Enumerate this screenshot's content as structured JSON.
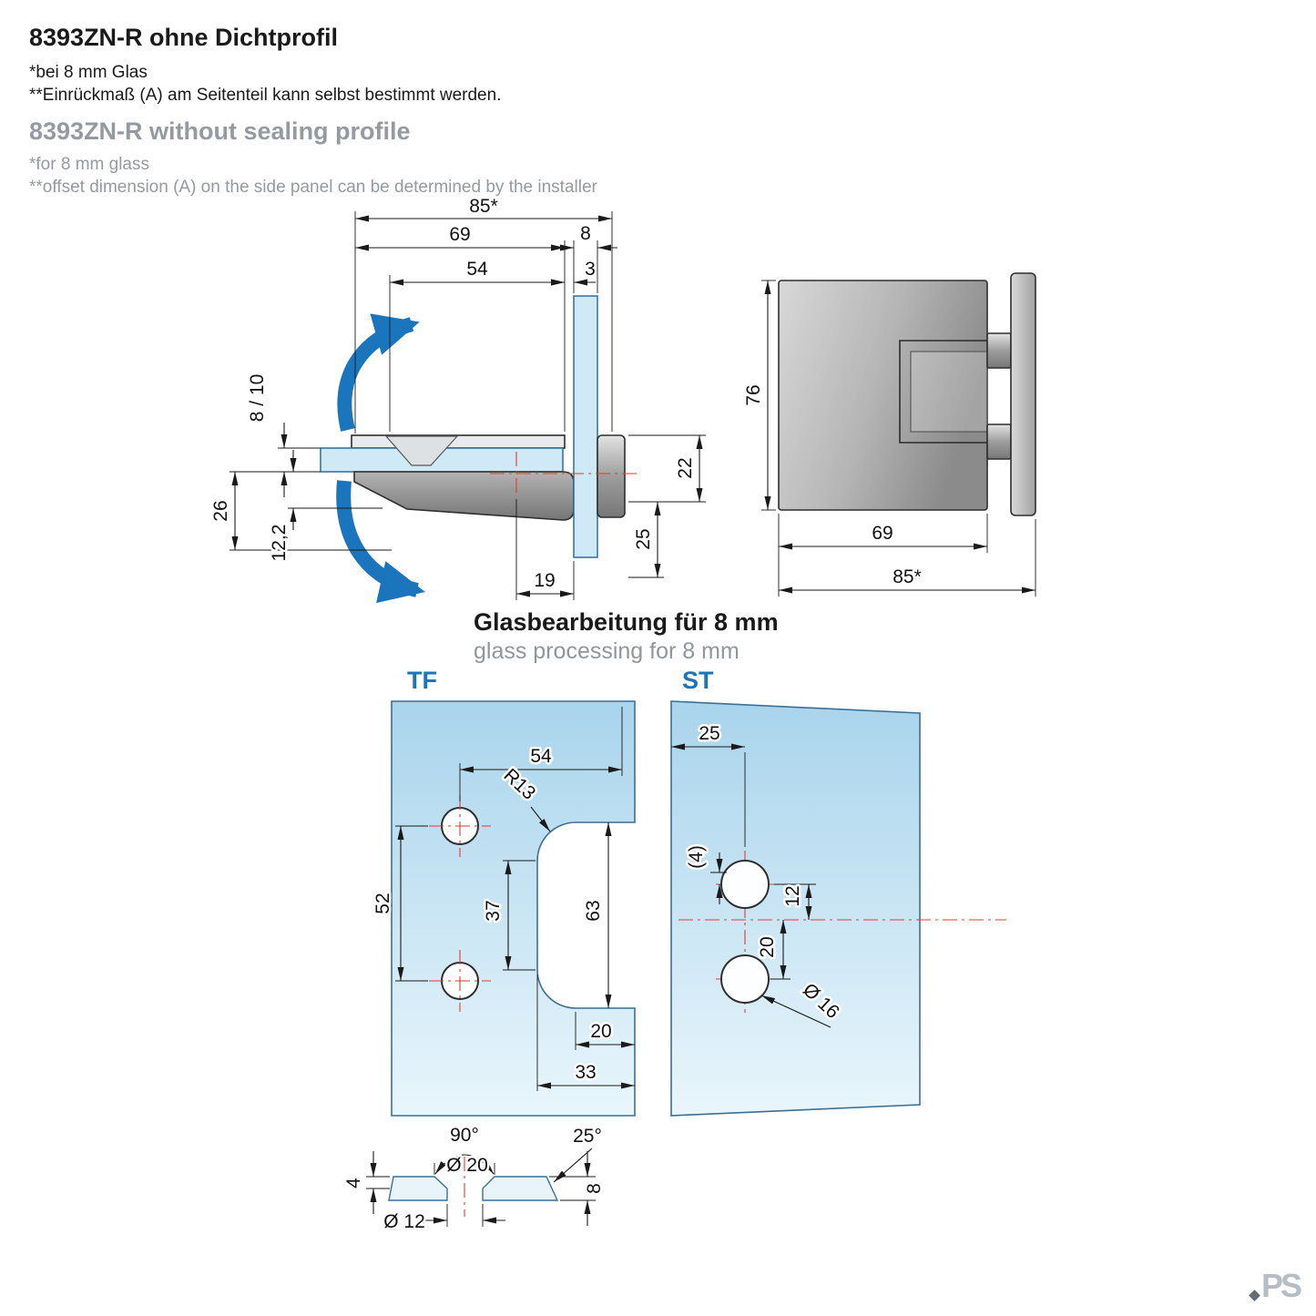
{
  "header": {
    "title_de": "8393ZN-R ohne Dichtprofil",
    "note1_de": "*bei 8 mm Glas",
    "note2_de": "**Einrückmaß (A) am Seitenteil kann selbst bestimmt werden.",
    "title_en": "8393ZN-R without sealing profile",
    "note1_en": "*for 8 mm glass",
    "note2_en": "**offset dimension (A) on the side panel can be determined by the installer"
  },
  "titles": {
    "de": "Glasbearbeitung für 8 mm",
    "en": "glass processing for 8 mm"
  },
  "side_view": {
    "d85": "85*",
    "d69": "69",
    "d54": "54",
    "d8": "8",
    "d3": "3",
    "d8_10": "8 / 10",
    "d26": "26",
    "d12_2": "12,2",
    "d22": "22",
    "d25": "25",
    "d19": "19"
  },
  "front_view": {
    "d76": "76",
    "d69": "69",
    "d85": "85*"
  },
  "tf": {
    "label": "TF",
    "d54": "54",
    "r13": "R13",
    "d52": "52",
    "d37": "37",
    "d63": "63",
    "d20": "20",
    "d33": "33"
  },
  "st": {
    "label": "ST",
    "d25": "25",
    "d4": "(4)",
    "d12": "12",
    "d20": "20",
    "dia16": "Ø 16"
  },
  "cs": {
    "a90": "90°",
    "dia20": "Ø 20",
    "a25": "25°",
    "d4": "4",
    "d8": "8",
    "dia12": "Ø 12"
  },
  "logo": "PS",
  "colors": {
    "accent_blue": "#1b75bc",
    "glass_blue": "#cfe9f7",
    "panel_blue_top": "#a9d4ec",
    "panel_blue_bottom": "#e9f6fc",
    "centerline_red": "#e8392a",
    "secondary_gray": "#949aa0",
    "metal_gray": "#8b8b8b"
  }
}
